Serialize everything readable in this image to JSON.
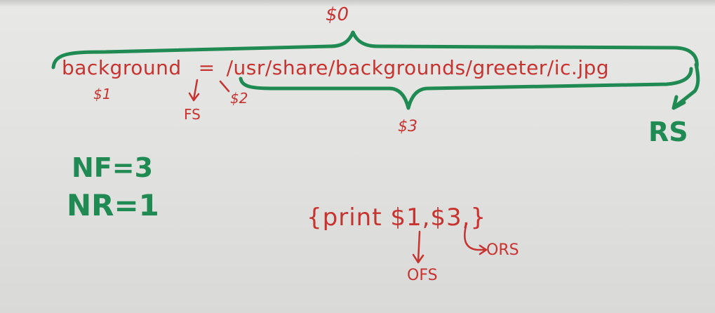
{
  "record": {
    "field1": "background",
    "equals": "=",
    "field3": "/usr/share/backgrounds/greeter/ic.jpg"
  },
  "labels": {
    "field0": "$0",
    "field1": "$1",
    "fs": "FS",
    "field2": "$2",
    "field3": "$3",
    "rs": "RS",
    "nf": "NF=3",
    "nr": "NR=1",
    "print": "{print $1,$3,}",
    "ors": "ORS",
    "ofs": "OFS"
  },
  "colors": {
    "red_ink": "#c8322f",
    "green_ink": "#1f8a52",
    "board": "#e2e2e0"
  }
}
